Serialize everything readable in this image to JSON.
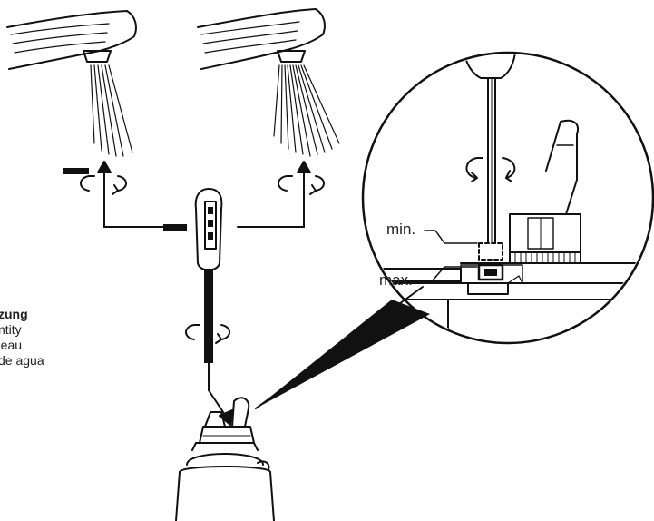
{
  "labels": {
    "min": "min.",
    "max": "max.",
    "minus_left": "–",
    "minus_center": "–"
  },
  "legend_lines": [
    "zung",
    "ntity",
    "'eau",
    "de agua"
  ]
}
